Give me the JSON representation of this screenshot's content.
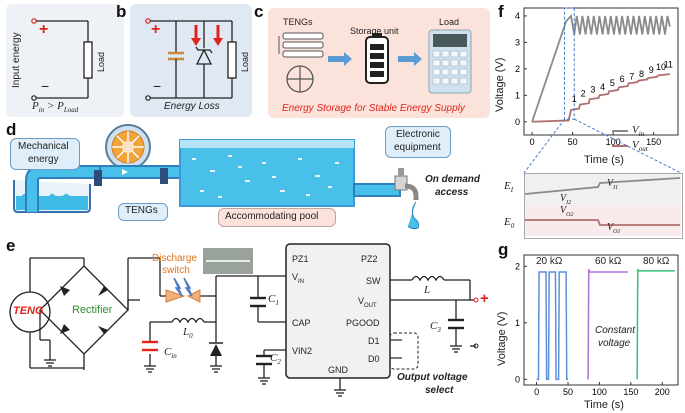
{
  "panels": {
    "a": {
      "letter": "a",
      "input_label": "Input energy",
      "load_label": "Load",
      "formula": "P_in > P_Load",
      "formula_main": "P",
      "formula_sub_in": "in",
      "formula_op": " > P",
      "formula_sub_load": "Load",
      "plus": "+",
      "minus": "−"
    },
    "b": {
      "letter": "b",
      "caption": "Energy Loss",
      "load_label": "Load",
      "plus": "+",
      "minus": "−"
    },
    "c": {
      "letter": "c",
      "tengs_label": "TENGs",
      "storage_label": "Storage unit",
      "load_label": "Load",
      "caption": "Energy Storage for Stable Energy Supply"
    },
    "d": {
      "letter": "d",
      "mechanical_label_1": "Mechanical",
      "mechanical_label_2": "energy",
      "tengs_label": "TENGs",
      "pool_label": "Accommodating pool",
      "electronic_label_1": "Electronic",
      "electronic_label_2": "equipment",
      "demand_label_1": "On demand",
      "demand_label_2": "access"
    },
    "e": {
      "letter": "e",
      "teng_label": "TENG",
      "rectifier_label": "Rectifier",
      "discharge_label_1": "Discharge",
      "discharge_label_2": "switch",
      "l0_label": "L",
      "l0_sub": "0",
      "cin_label": "C",
      "cin_sub": "in",
      "c1_label": "C",
      "c1_sub": "1",
      "c2_label": "C",
      "c2_sub": "2",
      "c3_label": "C",
      "c3_sub": "3",
      "l_label": "L",
      "pins_left": [
        "PZ1",
        "V",
        "CAP",
        "VIN2"
      ],
      "pin_vin_sub": "IN",
      "pins_right": [
        "PZ2",
        "SW",
        "V",
        "PGOOD",
        "D1",
        "D0"
      ],
      "pin_vout_sub": "OUT",
      "gnd_label": "GND",
      "output_select_1": "Output voltage",
      "output_select_2": "select",
      "plus": "+"
    },
    "f": {
      "letter": "f",
      "ylabel": "Voltage (V)",
      "xlabel": "Time (s)",
      "legend": [
        "V_in",
        "V_out"
      ],
      "legend_main": "V",
      "legend_sub_in": "in",
      "legend_sub_out": "out",
      "step_labels": [
        "1",
        "2",
        "3",
        "4",
        "5",
        "6",
        "7",
        "8",
        "9",
        "10",
        "11"
      ],
      "inset": {
        "e1_label": "E",
        "e1_sub": "I",
        "e0_label": "E",
        "e0_sub": "0",
        "vi1": "V",
        "vi1_sub": "I1",
        "vi2": "V",
        "vi2_sub": "I2",
        "vo2": "V",
        "vo2_sub": "O2",
        "vo1": "V",
        "vo1_sub": "O1"
      }
    },
    "g": {
      "letter": "g",
      "ylabel": "Voltage (V)",
      "xlabel": "Time (s)",
      "annotations": [
        "20 kΩ",
        "60 kΩ",
        "80 kΩ"
      ],
      "constant_1": "Constant",
      "constant_2": "voltage"
    }
  },
  "chart_data": [
    {
      "type": "line",
      "xlabel": "Time (s)",
      "ylabel": "Voltage (V)",
      "xlim": [
        -10,
        180
      ],
      "ylim": [
        -0.5,
        4.3
      ],
      "x_ticks": [
        "0",
        "50",
        "100",
        "150"
      ],
      "y_ticks": [
        "0",
        "1",
        "2",
        "3",
        "4"
      ],
      "series": [
        {
          "name": "V_in",
          "color": "#8a8a8a",
          "x": [
            0,
            42,
            48,
            52,
            55,
            59,
            62,
            66,
            69,
            73,
            76,
            80,
            83,
            87,
            90,
            94,
            97,
            101,
            104,
            108,
            111,
            115,
            118,
            122,
            125,
            129,
            132,
            136,
            139,
            143,
            146,
            150,
            153,
            157,
            160,
            164,
            167,
            170
          ],
          "y": [
            0,
            3.8,
            4.0,
            3.3,
            4.0,
            3.3,
            4.0,
            3.3,
            4.0,
            3.3,
            4.0,
            3.3,
            4.0,
            3.3,
            4.0,
            3.3,
            4.0,
            3.3,
            4.0,
            3.3,
            4.0,
            3.3,
            4.0,
            3.3,
            4.0,
            3.3,
            4.0,
            3.3,
            4.0,
            3.3,
            4.0,
            3.3,
            4.0,
            3.3,
            4.0,
            3.3,
            4.0,
            3.6
          ]
        },
        {
          "name": "V_out",
          "color": "#b07070",
          "x": [
            0,
            45,
            48,
            58,
            59,
            70,
            71,
            82,
            83,
            94,
            95,
            106,
            107,
            118,
            119,
            130,
            131,
            142,
            143,
            154,
            155,
            170
          ],
          "y": [
            0,
            0.05,
            0.45,
            0.5,
            0.65,
            0.7,
            0.85,
            0.9,
            1.0,
            1.05,
            1.15,
            1.2,
            1.3,
            1.35,
            1.45,
            1.5,
            1.55,
            1.6,
            1.65,
            1.7,
            1.75,
            1.8
          ]
        }
      ]
    },
    {
      "type": "line",
      "xlabel": "Time (s)",
      "ylabel": "Voltage (V)",
      "xlim": [
        -20,
        225
      ],
      "ylim": [
        -0.1,
        2.2
      ],
      "x_ticks": [
        "0",
        "50",
        "100",
        "150",
        "200"
      ],
      "y_ticks": [
        "0",
        "1",
        "2"
      ],
      "series": [
        {
          "name": "20 kΩ",
          "color": "#5b8fd6",
          "x": [
            0,
            3,
            4,
            15,
            16,
            19,
            20,
            30,
            31,
            35,
            36,
            47,
            48,
            50
          ],
          "y": [
            0,
            0,
            1.9,
            1.9,
            0,
            0,
            1.9,
            1.9,
            0,
            0,
            1.9,
            1.9,
            0,
            0
          ]
        },
        {
          "name": "60 kΩ",
          "color": "#b06fd8",
          "x": [
            82,
            83,
            84,
            145
          ],
          "y": [
            0,
            1.95,
            1.9,
            1.9
          ]
        },
        {
          "name": "80 kΩ",
          "color": "#3bbf7a",
          "x": [
            160,
            161,
            162,
            220
          ],
          "y": [
            0,
            1.95,
            1.92,
            1.92
          ]
        }
      ],
      "annotations": [
        "20 kΩ",
        "60 kΩ",
        "80 kΩ",
        "Constant voltage"
      ]
    }
  ]
}
